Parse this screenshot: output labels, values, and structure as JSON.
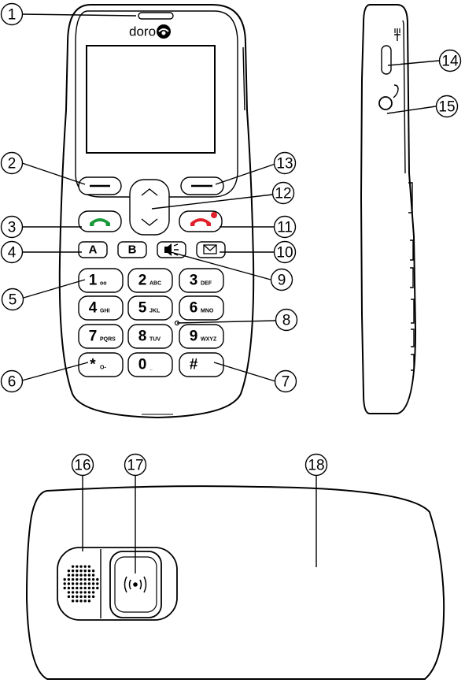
{
  "brand": {
    "logo_text": "doro"
  },
  "keypad": {
    "soft_key_a": "A",
    "soft_key_b": "B",
    "keys": [
      {
        "digit": "1",
        "letters": "ᴏᴏ"
      },
      {
        "digit": "2",
        "letters": "ABC"
      },
      {
        "digit": "3",
        "letters": "DEF"
      },
      {
        "digit": "4",
        "letters": "GHI"
      },
      {
        "digit": "5",
        "letters": "JKL"
      },
      {
        "digit": "6",
        "letters": "MNO"
      },
      {
        "digit": "7",
        "letters": "PQRS"
      },
      {
        "digit": "8",
        "letters": "TUV"
      },
      {
        "digit": "9",
        "letters": "WXYZ"
      },
      {
        "digit": "*",
        "letters": "O-"
      },
      {
        "digit": "0",
        "letters": "_"
      },
      {
        "digit": "#",
        "letters": ""
      }
    ]
  },
  "callouts": [
    "1",
    "2",
    "3",
    "4",
    "5",
    "6",
    "7",
    "8",
    "9",
    "10",
    "11",
    "12",
    "13",
    "14",
    "15",
    "16",
    "17",
    "18"
  ],
  "colors": {
    "call_green": "#1a9a3a",
    "end_red": "#e0202a",
    "outline": "#000000"
  }
}
